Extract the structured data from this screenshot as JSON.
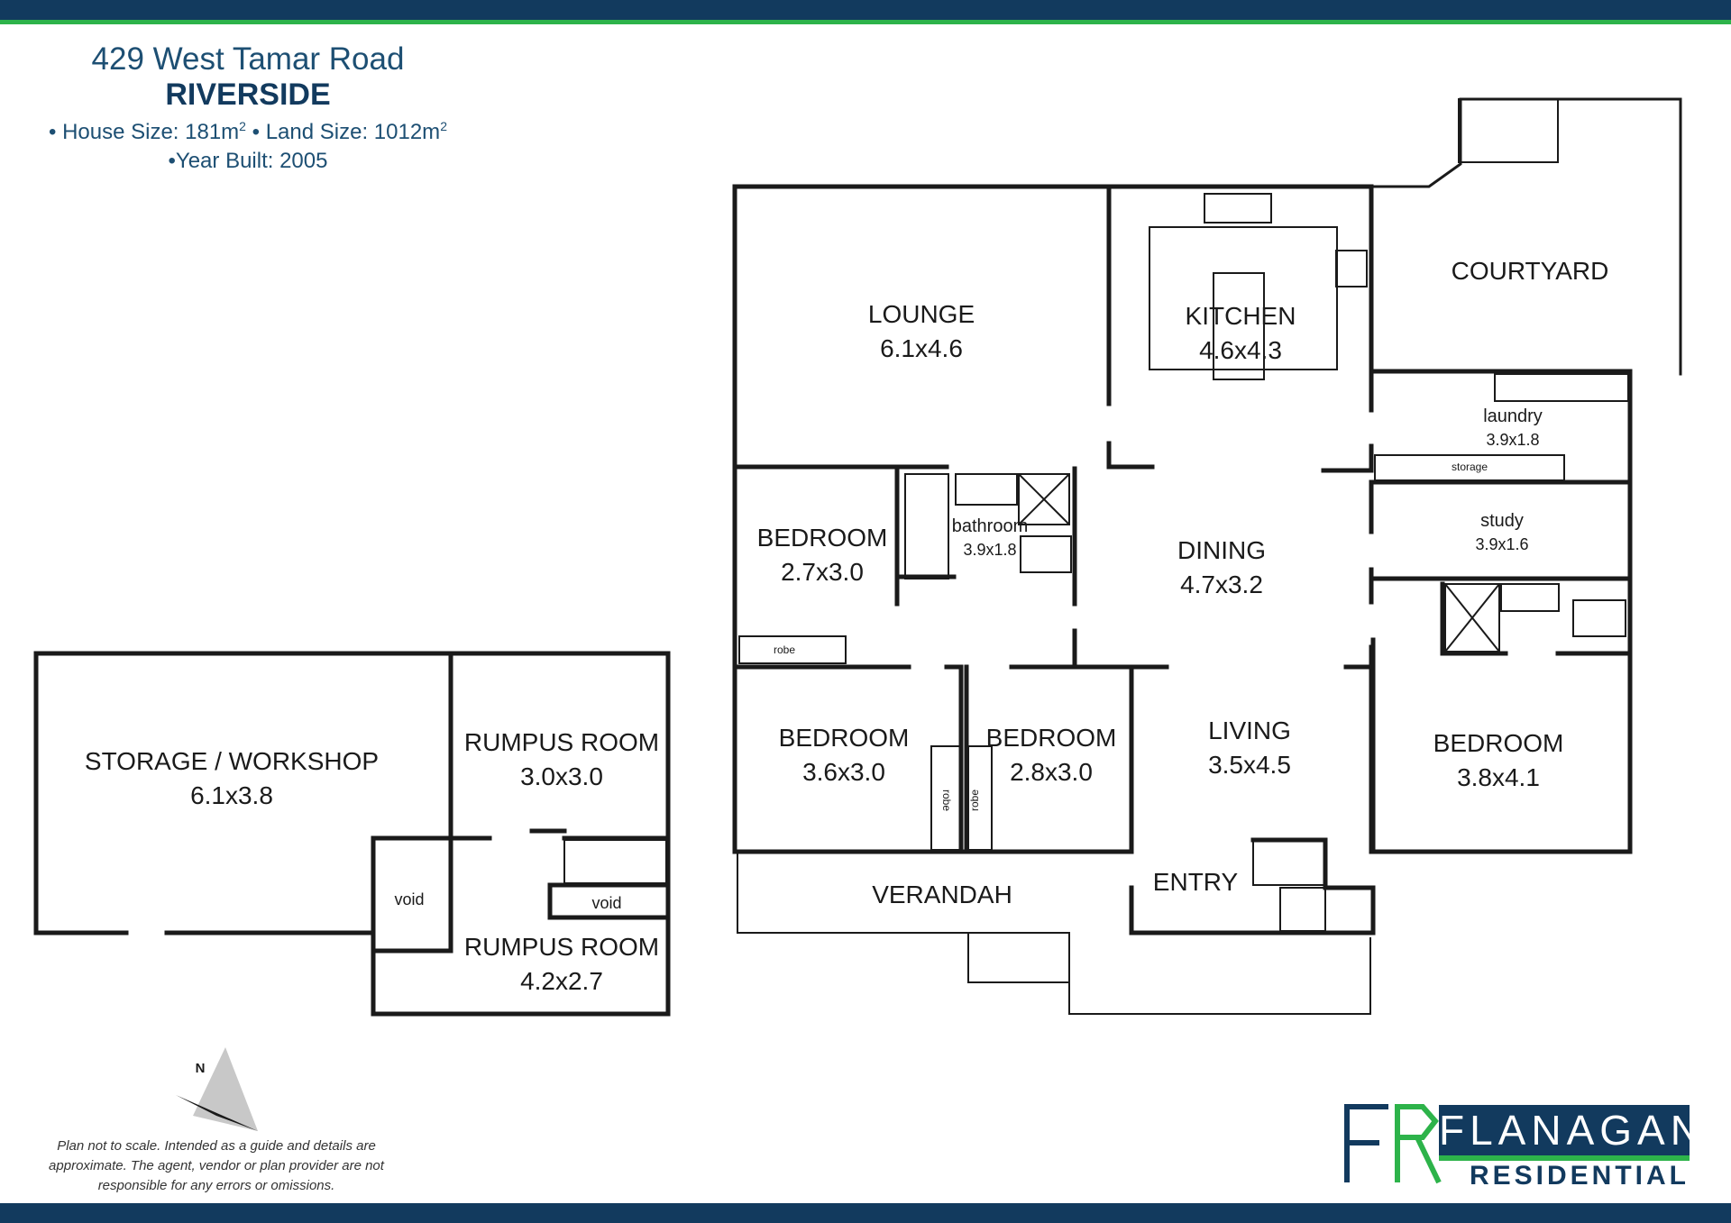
{
  "header": {
    "address": "429 West Tamar Road",
    "suburb": "RIVERSIDE",
    "house_size_label": "• House Size: 181m",
    "land_size_label": "•  Land Size: 1012m",
    "sup": "2",
    "year_built": "•Year Built: 2005"
  },
  "rooms": {
    "lounge_name": "LOUNGE",
    "lounge_dim": "6.1x4.6",
    "kitchen_name": "KITCHEN",
    "kitchen_dim": "4.6x4.3",
    "courtyard_name": "COURTYARD",
    "laundry_name": "laundry",
    "laundry_dim": "3.9x1.8",
    "storage_name": "storage",
    "study_name": "study",
    "study_dim": "3.9x1.6",
    "bathroom_name": "bathroom",
    "bathroom_dim": "3.9x1.8",
    "bedroom1_name": "BEDROOM",
    "bedroom1_dim": "2.7x3.0",
    "robe1": "robe",
    "dining_name": "DINING",
    "dining_dim": "4.7x3.2",
    "bedroom2_name": "BEDROOM",
    "bedroom2_dim": "3.6x3.0",
    "robe2": "robe",
    "bedroom3_name": "BEDROOM",
    "bedroom3_dim": "2.8x3.0",
    "robe3": "robe",
    "living_name": "LIVING",
    "living_dim": "3.5x4.5",
    "bedroom4_name": "BEDROOM",
    "bedroom4_dim": "3.8x4.1",
    "verandah_name": "VERANDAH",
    "entry_name": "ENTRY",
    "storage_ws_name": "STORAGE / WORKSHOP",
    "storage_ws_dim": "6.1x3.8",
    "rumpus1_name": "RUMPUS ROOM",
    "rumpus1_dim": "3.0x3.0",
    "void1": "void",
    "void2": "void",
    "rumpus2_name": "RUMPUS ROOM",
    "rumpus2_dim": "4.2x2.7"
  },
  "compass": {
    "north_label": "N"
  },
  "disclaimer": "Plan not to scale. Intended as a guide and details are approximate. The agent, vendor or plan provider are not responsible for any errors or omissions.",
  "logo": {
    "brand": "FLANAGAN",
    "sub": "RESIDENTIAL",
    "mark": "FR"
  },
  "colors": {
    "navy": "#123a5e",
    "green": "#2db34a",
    "wall": "#1a1a1a"
  }
}
